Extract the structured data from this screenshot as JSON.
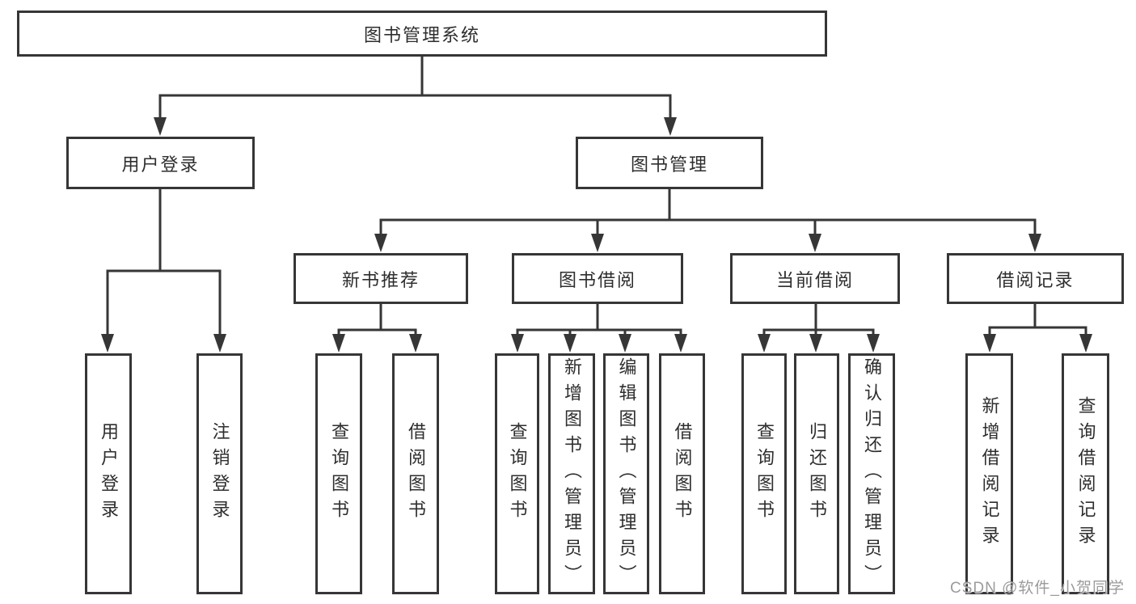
{
  "colors": {
    "line": "#363636",
    "text": "#2e2e2e",
    "watermark": "#9b9b9b",
    "background": "#ffffff"
  },
  "watermark": {
    "text": "CSDN @软件_小贺同学"
  },
  "diagram": {
    "type": "hierarchy-tree",
    "root": {
      "label": "图书管理系统",
      "children": [
        {
          "label": "用户登录",
          "children": [
            {
              "label": "用户登录"
            },
            {
              "label": "注销登录"
            }
          ]
        },
        {
          "label": "图书管理",
          "children": [
            {
              "label": "新书推荐",
              "children": [
                {
                  "label": "查询图书"
                },
                {
                  "label": "借阅图书"
                }
              ]
            },
            {
              "label": "图书借阅",
              "children": [
                {
                  "label": "查询图书"
                },
                {
                  "label": "新增图书（管理员）"
                },
                {
                  "label": "编辑图书（管理员）"
                },
                {
                  "label": "借阅图书"
                }
              ]
            },
            {
              "label": "当前借阅",
              "children": [
                {
                  "label": "查询图书"
                },
                {
                  "label": "归还图书"
                },
                {
                  "label": "确认归还（管理员）"
                }
              ]
            },
            {
              "label": "借阅记录",
              "children": [
                {
                  "label": "新增借阅记录"
                },
                {
                  "label": "查询借阅记录"
                }
              ]
            }
          ]
        }
      ]
    }
  }
}
